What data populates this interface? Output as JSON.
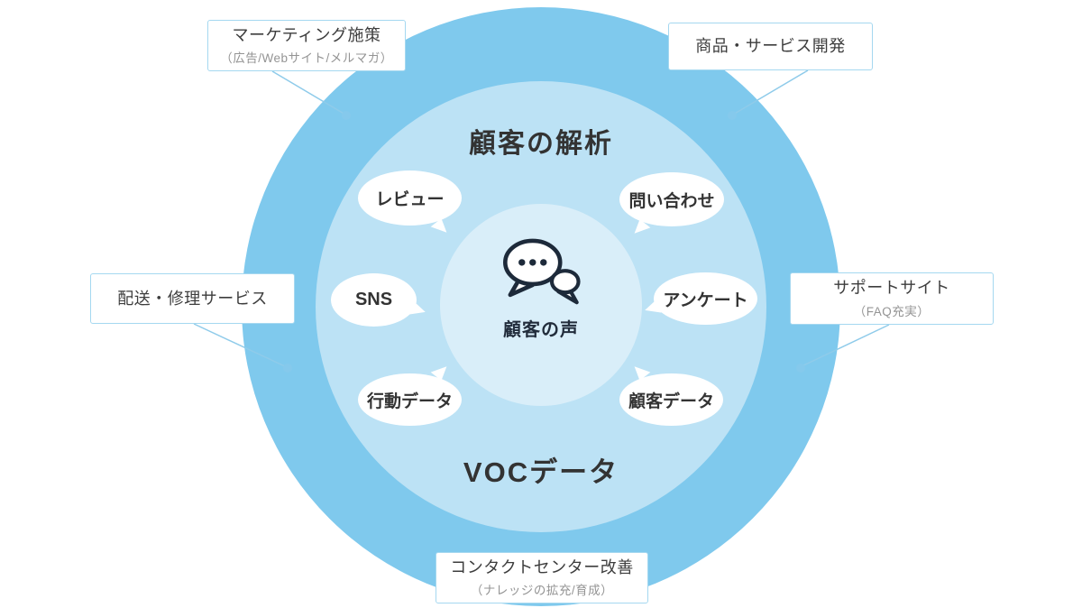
{
  "diagram": {
    "outer_label_top": "顧客の解析",
    "outer_label_bottom": "VOCデータ",
    "center": {
      "icon": "chat-bubbles-icon",
      "label": "顧客の声"
    },
    "voc_sources": [
      {
        "label": "レビュー"
      },
      {
        "label": "問い合わせ"
      },
      {
        "label": "SNS"
      },
      {
        "label": "アンケート"
      },
      {
        "label": "行動データ"
      },
      {
        "label": "顧客データ"
      }
    ],
    "action_boxes": {
      "top_left": {
        "title": "マーケティング施策",
        "subtitle": "（広告/Webサイト/メルマガ）"
      },
      "top_right": {
        "title": "商品・サービス開発"
      },
      "left": {
        "title": "配送・修理サービス"
      },
      "right": {
        "title": "サポートサイト",
        "subtitle": "（FAQ充実）"
      },
      "bottom": {
        "title": "コンタクトセンター改善",
        "subtitle": "（ナレッジの拡充/育成）"
      }
    },
    "colors": {
      "outer_circle": "#7FC9ED",
      "middle_circle": "#BCE2F5",
      "inner_circle": "#D9EEF9",
      "box_border": "#A5D8F0",
      "connector": "#8FCBEA",
      "text_dark": "#333333",
      "text_gray": "#949494",
      "icon_dark": "#1D2A3A"
    }
  }
}
